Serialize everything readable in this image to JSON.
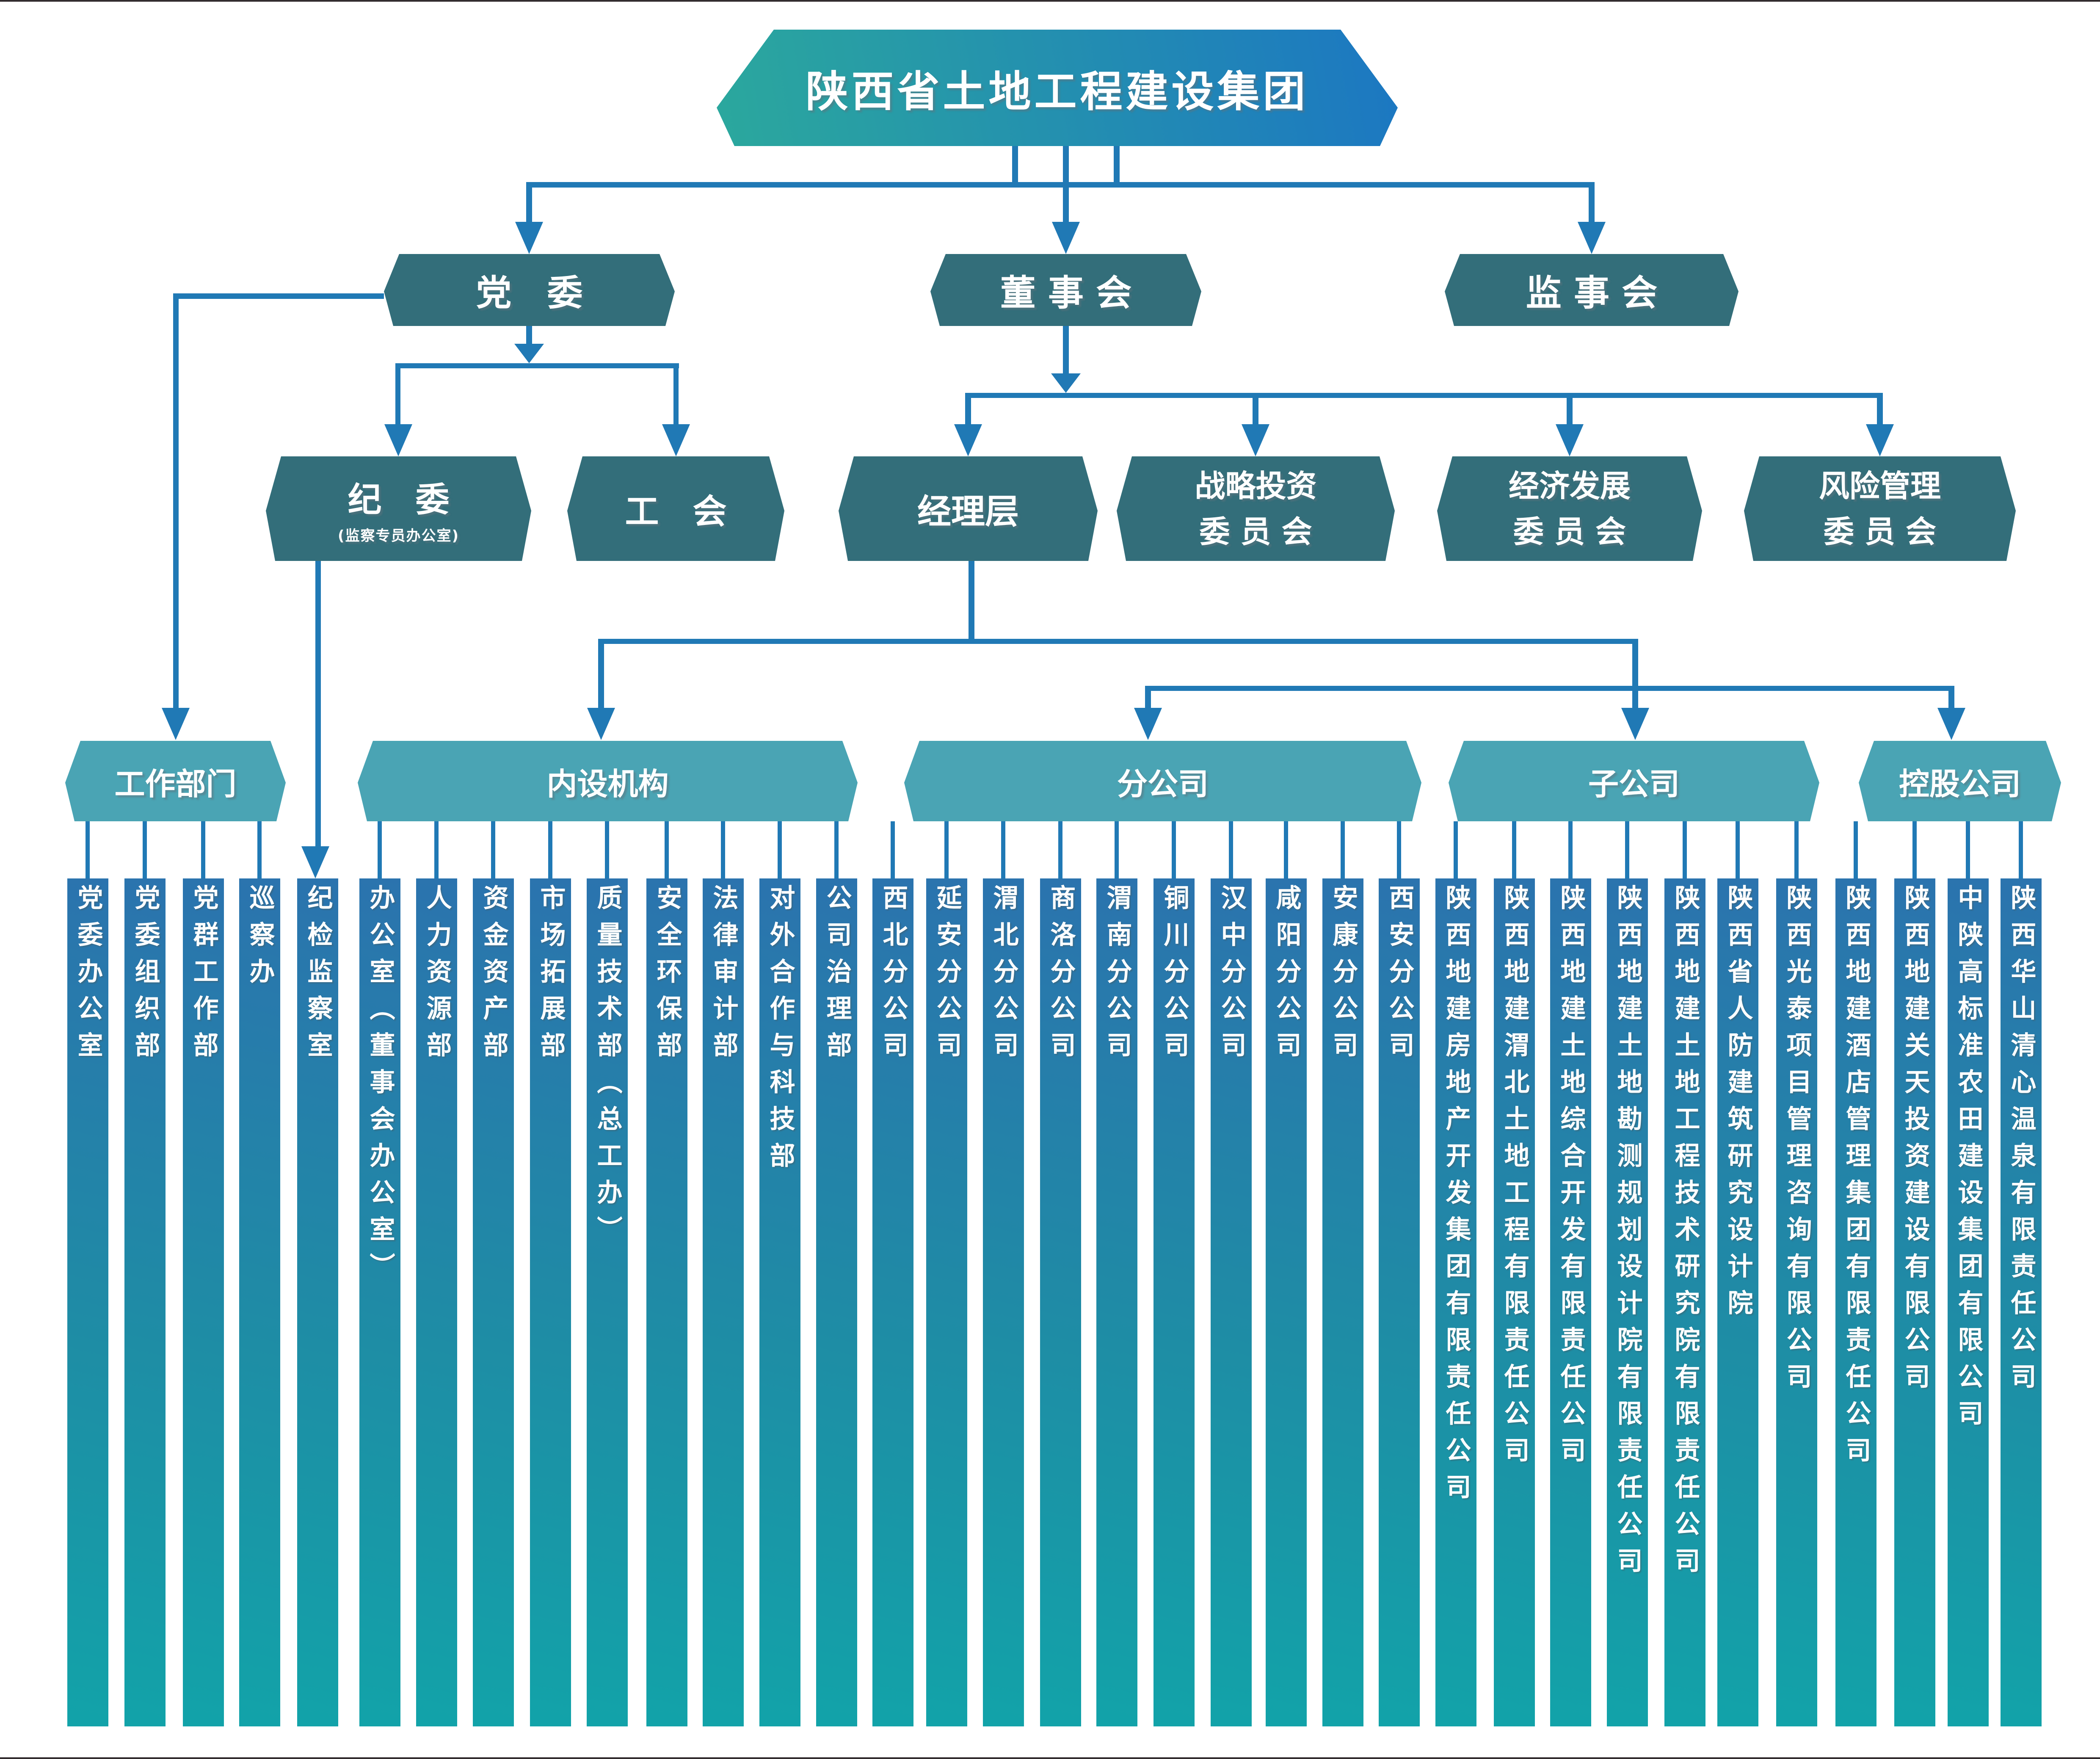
{
  "colors": {
    "line": "#2079b5",
    "dark": "#336e7a",
    "light": "#4aa4b4",
    "root_start": "#2ba89d",
    "root_end": "#1c77c2",
    "bar_top": "#2b73ae",
    "bar_mid": "#1e8da5",
    "bar_bottom": "#12a3a9",
    "frame": "#332d2f",
    "text": "#ffffff"
  },
  "root": {
    "label": "陕西省土地工程建设集团"
  },
  "level2": {
    "party": {
      "label": "党　委"
    },
    "board": {
      "label": "董 事 会"
    },
    "supervisory": {
      "label": "监 事 会"
    }
  },
  "level3": {
    "discipline": {
      "label": "纪　委",
      "sub": "(监察专员办公室)"
    },
    "union": {
      "label": "工　会"
    },
    "management": {
      "label": "经理层"
    },
    "strategic": {
      "label": "战略投资\n委 员 会"
    },
    "economic": {
      "label": "经济发展\n委 员 会"
    },
    "risk": {
      "label": "风险管理\n委 员 会"
    }
  },
  "categories": {
    "work": {
      "label": "工作部门"
    },
    "internal": {
      "label": "内设机构"
    },
    "branch": {
      "label": "分公司"
    },
    "subsidiary": {
      "label": "子公司"
    },
    "holding": {
      "label": "控股公司"
    }
  },
  "bars": [
    "党委办公室",
    "党委组织部",
    "党群工作部",
    "巡察办",
    "纪检监察室",
    "办公室（董事会办公室）",
    "人力资源部",
    "资金资产部",
    "市场拓展部",
    "质量技术部（总工办）",
    "安全环保部",
    "法律审计部",
    "对外合作与科技部",
    "公司治理部",
    "西北分公司",
    "延安分公司",
    "渭北分公司",
    "商洛分公司",
    "渭南分公司",
    "铜川分公司",
    "汉中分公司",
    "咸阳分公司",
    "安康分公司",
    "西安分公司",
    "陕西地建房地产开发集团有限责任公司",
    "陕西地建渭北土地工程有限责任公司",
    "陕西地建土地综合开发有限责任公司",
    "陕西地建土地勘测规划设计院有限责任公司",
    "陕西地建土地工程技术研究院有限责任公司",
    "陕西省人防建筑研究设计院",
    "陕西光泰项目管理咨询有限公司",
    "陕西地建酒店管理集团有限责任公司",
    "陕西地建关天投资建设有限公司",
    "中陕高标准农田建设集团有限公司",
    "陕西华山清心温泉有限责任公司"
  ]
}
